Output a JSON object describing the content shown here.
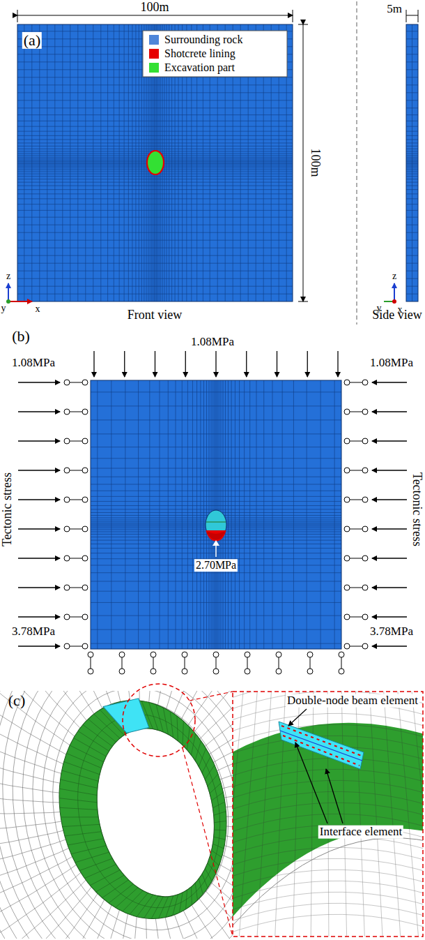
{
  "diagram": {
    "labels": [
      "(a)",
      "100m",
      "100m",
      "5m",
      "z",
      "y",
      "x",
      "Front view",
      "z",
      "y",
      "x",
      "Side view",
      "(b)",
      "1.08MPa",
      "1.08MPa",
      "1.08MPa",
      "Tectonic stress",
      "Tectonic stress",
      "3.78MPa",
      "3.78MPa",
      "2.70MPa",
      "(c)",
      "Double-node beam element",
      "Interface element"
    ],
    "legend": [
      {
        "text": "Surrounding rock",
        "color": "#4f86d9"
      },
      {
        "text": "Shotcrete lining",
        "color": "#e60000"
      },
      {
        "text": "Excavation part",
        "color": "#33e033"
      }
    ]
  }
}
